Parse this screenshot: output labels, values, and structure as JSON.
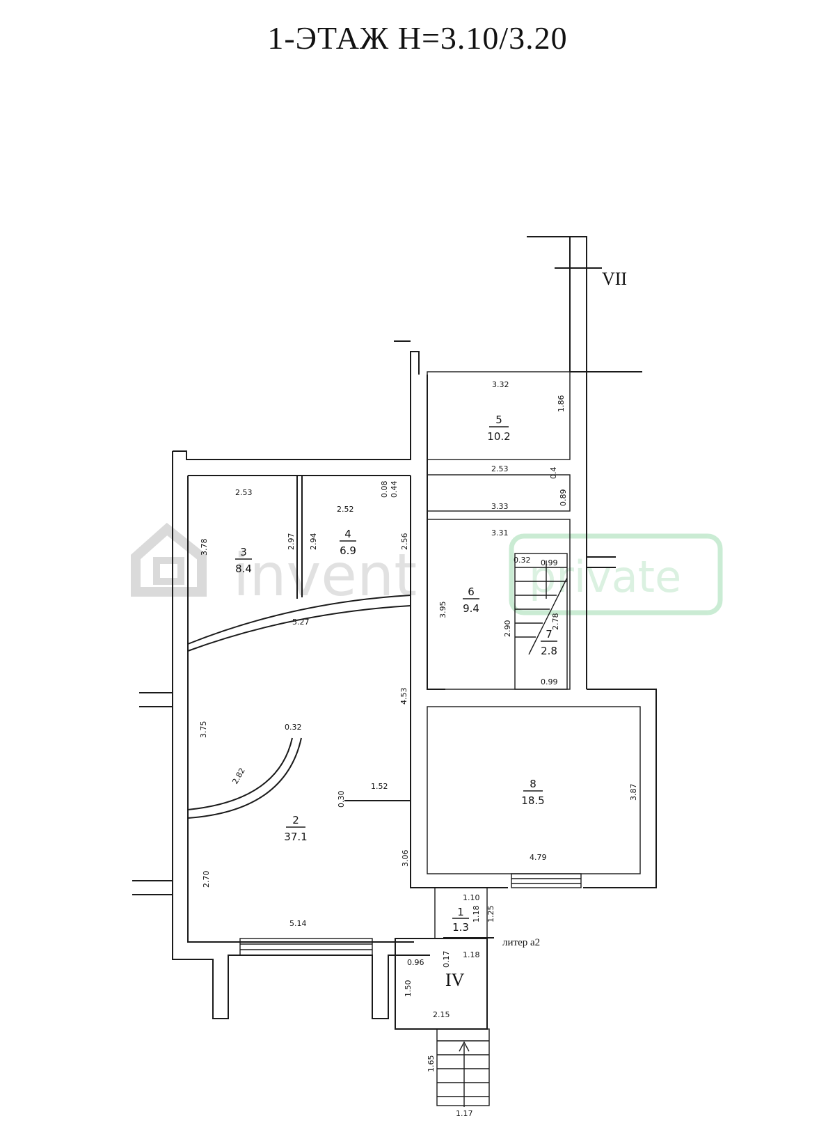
{
  "title": "1-ЭТАЖ  Н=3.10/3.20",
  "rooms": [
    {
      "num": "1",
      "area": "1.3"
    },
    {
      "num": "2",
      "area": "37.1"
    },
    {
      "num": "3",
      "area": "8.4"
    },
    {
      "num": "4",
      "area": "6.9"
    },
    {
      "num": "5",
      "area": "10.2"
    },
    {
      "num": "6",
      "area": "9.4"
    },
    {
      "num": "7",
      "area": "2.8"
    },
    {
      "num": "8",
      "area": "18.5"
    }
  ],
  "dimensions": [
    "3.32",
    "1.86",
    "2.53",
    "0.4",
    "3.33",
    "0.89",
    "3.31",
    "0.32",
    "0.99",
    "2.78",
    "2.90",
    "3.95",
    "0.99",
    "2.53",
    "2.97",
    "3.78",
    "2.52",
    "0.08",
    "0.44",
    "2.94",
    "2.56",
    "5.27",
    "4.53",
    "3.75",
    "0.32",
    "2.82",
    "1.52",
    "0.30",
    "3.06",
    "2.70",
    "5.14",
    "3.87",
    "4.79",
    "1.10",
    "1.18",
    "1.25",
    "0.96",
    "0.17",
    "1.18",
    "1.50",
    "2.15",
    "1.65",
    "1.17"
  ],
  "markers": {
    "entrance_top": "VII",
    "entrance_bottom": "IV"
  },
  "liter_label": "литер а2",
  "watermark": {
    "brand": "invent",
    "tag": "private",
    "brand_color": "#c9c9c9",
    "tag_color": "#8fd6a4"
  }
}
